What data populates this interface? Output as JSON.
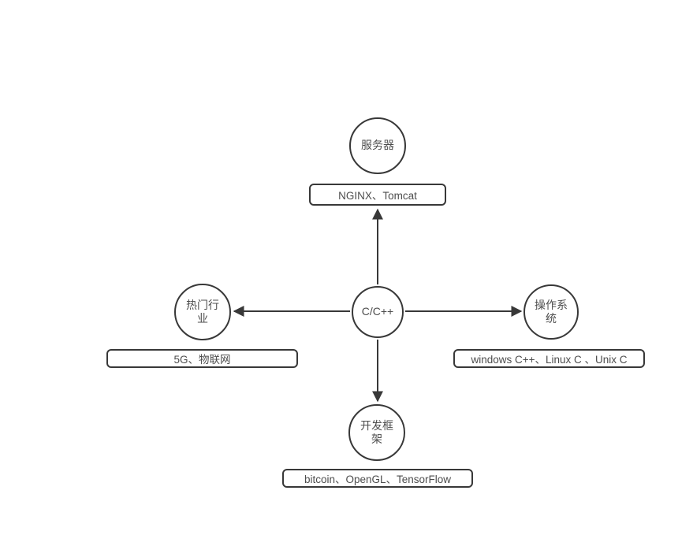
{
  "colors": {
    "background": "#ffffff",
    "stroke": "#383838",
    "text": "#4d4d4d"
  },
  "diagram": {
    "center": {
      "label": "C/C++"
    },
    "branches": {
      "top": {
        "label": "服务器",
        "detail": "NGINX、Tomcat"
      },
      "left": {
        "label": "热门行业",
        "detail": "5G、物联网"
      },
      "right": {
        "label": "操作系统",
        "detail": "windows C++、Linux C 、Unix C"
      },
      "bottom": {
        "label": "开发框架",
        "detail": "bitcoin、OpenGL、TensorFlow"
      }
    },
    "connections": [
      {
        "from": "C/C++",
        "to": "服务器",
        "direction": "up",
        "arrowhead": "filled-triangle"
      },
      {
        "from": "C/C++",
        "to": "热门行业",
        "direction": "left",
        "arrowhead": "filled-triangle"
      },
      {
        "from": "C/C++",
        "to": "操作系统",
        "direction": "right",
        "arrowhead": "filled-triangle"
      },
      {
        "from": "C/C++",
        "to": "开发框架",
        "direction": "down",
        "arrowhead": "filled-triangle"
      }
    ]
  }
}
